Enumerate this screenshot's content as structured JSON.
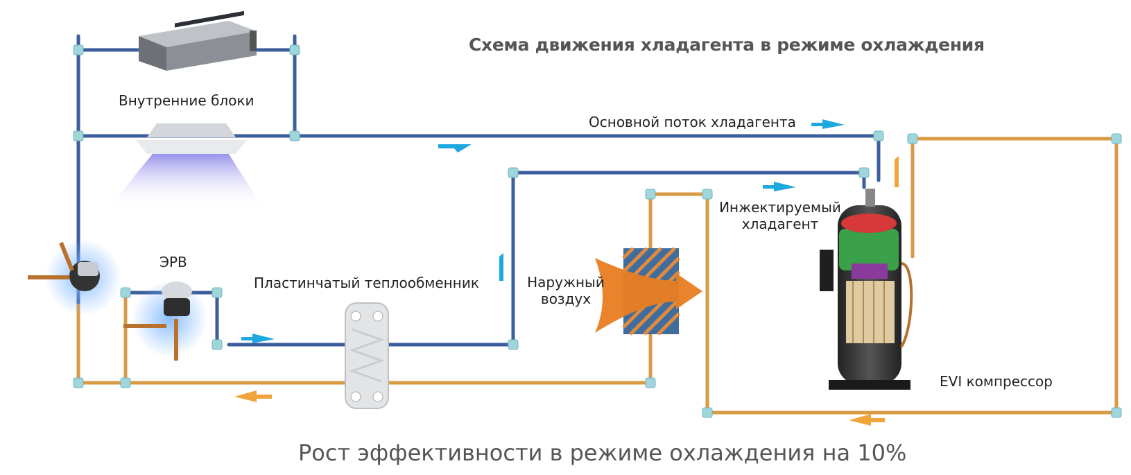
{
  "title": "Схема движения хладагента в режиме охлаждения",
  "footer": "Рост эффективности в режиме охлаждения на 10%",
  "labels": {
    "indoor_units": "Внутренние блоки",
    "main_flow": "Основной поток хладагента",
    "injected_line1": "Инжектируемый",
    "injected_line2": "хладагент",
    "erv": "ЭРВ",
    "plate_exchanger": "Пластинчатый теплообменник",
    "outdoor_line1": "Наружный",
    "outdoor_line2": "воздух",
    "compressor": "EVI компрессор"
  },
  "colors": {
    "liquid_pipe": "#3c5e9c",
    "hot_pipe": "#d99a44",
    "fitting": "#9fd6dc",
    "flow_arrow_blue": "#1ea8e0",
    "flow_arrow_orange": "#f0a43a",
    "air_arrow": "#e87d22"
  }
}
